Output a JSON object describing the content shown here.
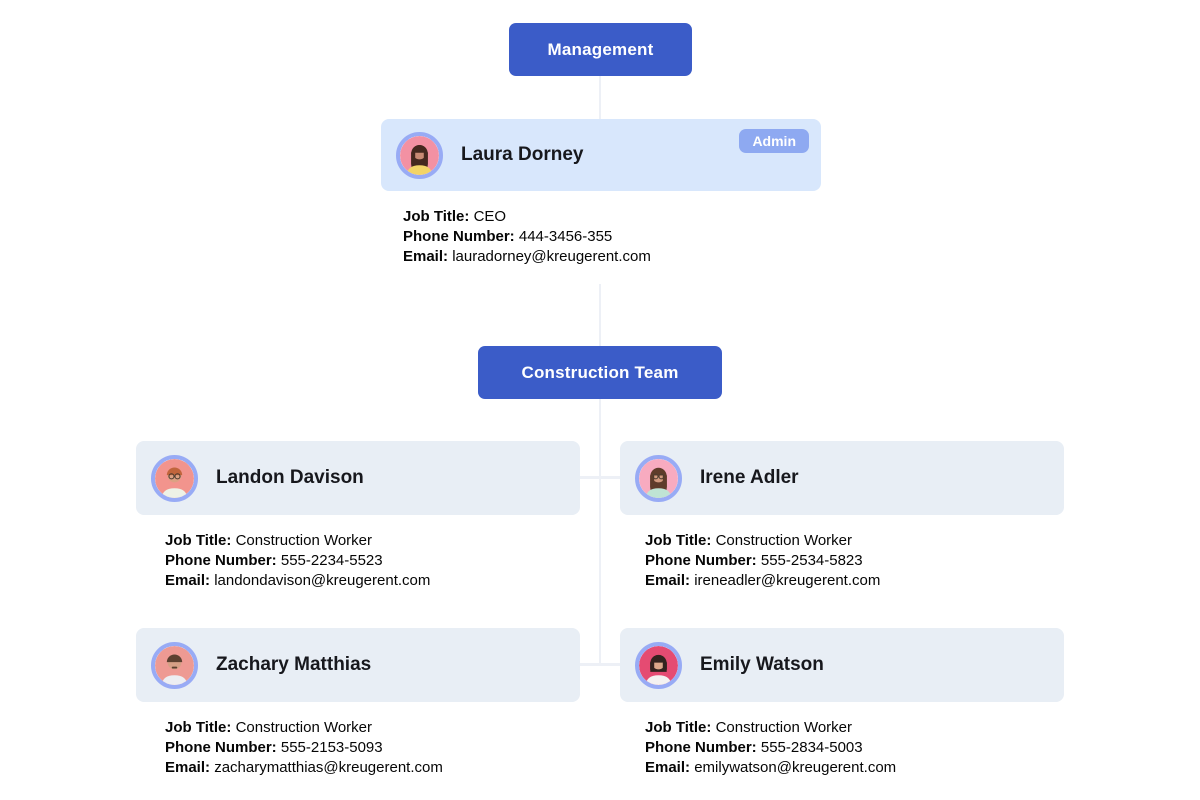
{
  "buttons": {
    "management": "Management",
    "construction_team": "Construction Team"
  },
  "field_labels": {
    "job_title": "Job Title:",
    "phone": "Phone Number:",
    "email": "Email:"
  },
  "manager": {
    "name": "Laura Dorney",
    "badge": "Admin",
    "job_title": "CEO",
    "phone": "444-3456-355",
    "email": "lauradorney@kreugerent.com"
  },
  "team": {
    "members": [
      {
        "name": "Landon Davison",
        "job_title": "Construction Worker",
        "phone": "555-2234-5523",
        "email": "landondavison@kreugerent.com"
      },
      {
        "name": "Irene Adler",
        "job_title": "Construction Worker",
        "phone": "555-2534-5823",
        "email": "ireneadler@kreugerent.com"
      },
      {
        "name": "Zachary Matthias",
        "job_title": "Construction Worker",
        "phone": "555-2153-5093",
        "email": "zacharymatthias@kreugerent.com"
      },
      {
        "name": "Emily Watson",
        "job_title": "Construction Worker",
        "phone": "555-2834-5003",
        "email": "emilywatson@kreugerent.com"
      }
    ]
  },
  "colors": {
    "accent_blue": "#3b5cc8",
    "manager_card_bg": "#d8e7fc",
    "member_card_bg": "#e8eef5",
    "admin_badge_bg": "#8ea9f1",
    "avatar_ring": "#98abf5",
    "connector_line": "#edf0f6"
  }
}
